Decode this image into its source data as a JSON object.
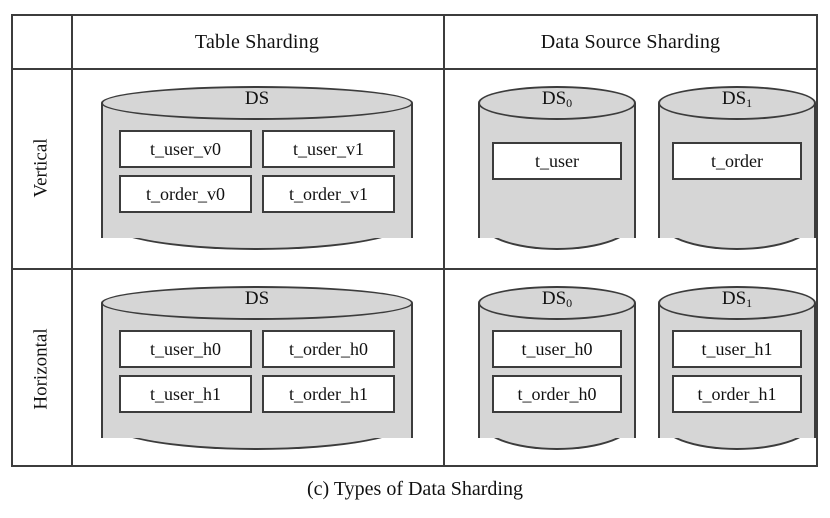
{
  "figure": {
    "caption": "(c) Types of Data Sharding",
    "colors": {
      "cylinder_fill": "#d6d6d6",
      "stroke": "#3c3c3c",
      "box_fill": "#ffffff",
      "page_background": "#ffffff"
    }
  },
  "table": {
    "column_headers": [
      "",
      "Table Sharding",
      "Data Source Sharding"
    ],
    "row_headers": [
      "Vertical",
      "Horizontal"
    ],
    "cells": {
      "vertical_table_sharding": {
        "datasources": [
          {
            "label": "DS",
            "label_base": "DS",
            "label_sub": "",
            "tables": [
              "t_user_v0",
              "t_user_v1",
              "t_order_v0",
              "t_order_v1"
            ]
          }
        ]
      },
      "vertical_data_source_sharding": {
        "datasources": [
          {
            "label": "DS0",
            "label_base": "DS",
            "label_sub": "0",
            "tables": [
              "t_user"
            ]
          },
          {
            "label": "DS1",
            "label_base": "DS",
            "label_sub": "1",
            "tables": [
              "t_order"
            ]
          }
        ]
      },
      "horizontal_table_sharding": {
        "datasources": [
          {
            "label": "DS",
            "label_base": "DS",
            "label_sub": "",
            "tables": [
              "t_user_h0",
              "t_order_h0",
              "t_user_h1",
              "t_order_h1"
            ]
          }
        ]
      },
      "horizontal_data_source_sharding": {
        "datasources": [
          {
            "label": "DS0",
            "label_base": "DS",
            "label_sub": "0",
            "tables": [
              "t_user_h0",
              "t_order_h0"
            ]
          },
          {
            "label": "DS1",
            "label_base": "DS",
            "label_sub": "1",
            "tables": [
              "t_user_h1",
              "t_order_h1"
            ]
          }
        ]
      }
    }
  }
}
